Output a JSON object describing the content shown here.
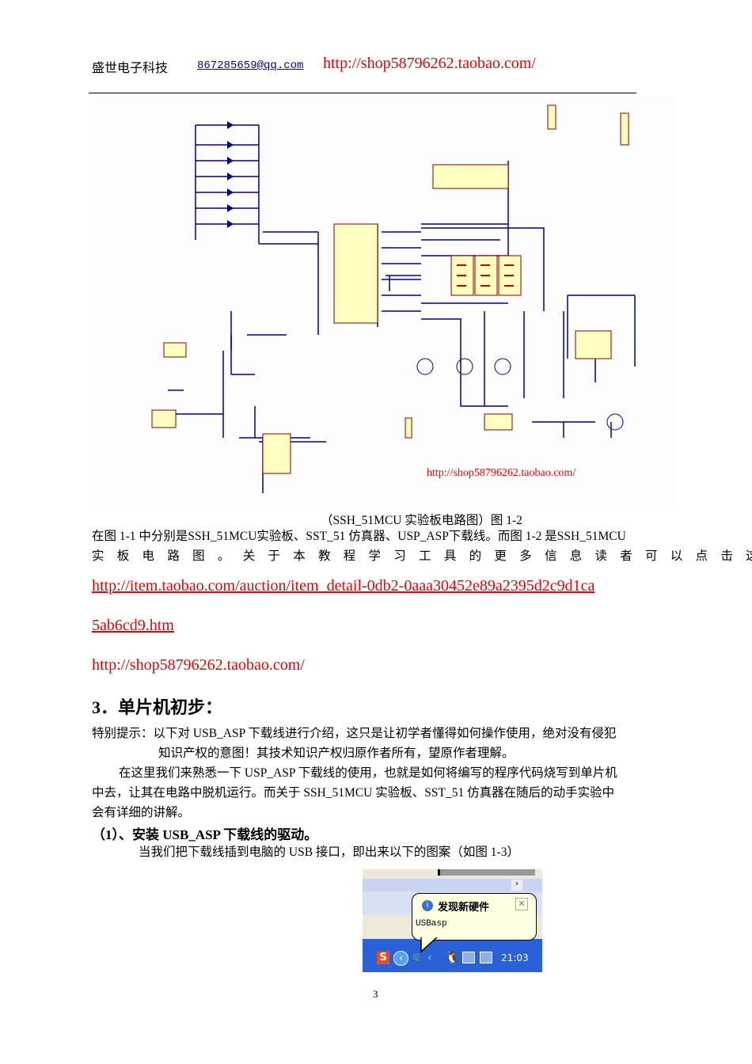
{
  "header": {
    "company": "盛世电子科技",
    "email": "867285659@qq.com",
    "url": "http://shop58796262.taobao.com/"
  },
  "figure": {
    "watermark": "http://shop58796262.taobao.com/",
    "caption": "（SSH_51MCU 实验板电路图）图 1-2"
  },
  "para1": {
    "line1": "在图 1-1 中分别是SSH_51MCU实验板、SST_51 仿真器、USP_ASP下载线。而图 1-2 是SSH_51MCU",
    "line2": "实 板 电 路 图 。 关 于 本 教 程 学 习 工 具 的 更 多 信 息 读 者 可 以 点 击 这 里 ："
  },
  "links": {
    "item_line1": "http://item.taobao.com/auction/item_detail-0db2-0aaa30452e89a2395d2c9d1ca",
    "item_line2": "5ab6cd9.htm",
    "shop": "http://shop58796262.taobao.com/"
  },
  "section": {
    "title": "3．单片机初步："
  },
  "notice": {
    "line1": "特别提示：以下对 USB_ASP 下载线进行介绍，这只是让初学者懂得如何操作使用，绝对没有侵犯",
    "line2": "知识产权的意图！其技术知识产权归原作者所有，望原作者理解。"
  },
  "para2": {
    "line1": "在这里我们来熟悉一下 USP_ASP 下载线的使用，也就是如何将编写的程序代码烧写到单片机",
    "line2": "中去，让其在电路中脱机运行。而关于 SSH_51MCU 实验板、SST_51 仿真器在随后的动手实验中",
    "line3": "会有详细的讲解。"
  },
  "subsection": {
    "title": "（1）、安装 USB_ASP 下载线的驱动。"
  },
  "para3": {
    "line1": "当我们把下载线插到电脑的 USB 接口，即出来以下的图案（如图 1-3）"
  },
  "tray": {
    "balloon_title": "发现新硬件",
    "balloon_text": "USBasp",
    "clock": "21:03",
    "icons": [
      "info-icon",
      "close-icon",
      "sogou-icon",
      "chevron-left-icon",
      "usb-device-icon",
      "bluetooth-icon",
      "qq-icon",
      "network-icon",
      "network-icon"
    ]
  },
  "footer": {
    "page_number": "3"
  }
}
